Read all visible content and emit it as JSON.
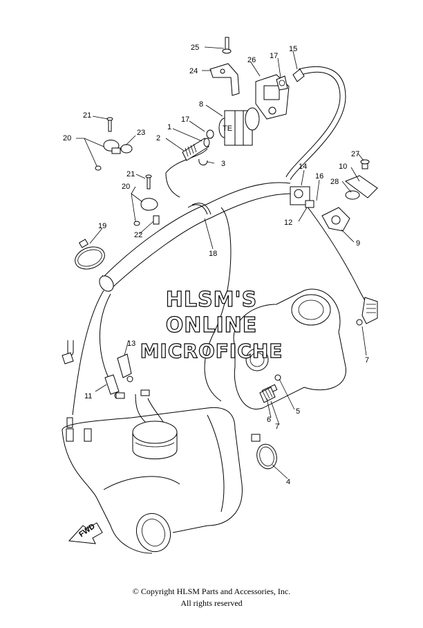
{
  "watermark": {
    "line1": "HLSM'S",
    "line2": "ONLINE",
    "line3": "MICROFICHE"
  },
  "fwd_label": "FWD",
  "callouts": [
    "25",
    "24",
    "26",
    "17",
    "15",
    "8",
    "17",
    "1",
    "2",
    "3",
    "21",
    "23",
    "20",
    "21",
    "20",
    "22",
    "19",
    "18",
    "14",
    "16",
    "10",
    "27",
    "28",
    "12",
    "9",
    "13",
    "11",
    "7",
    "5",
    "6",
    "7",
    "4"
  ],
  "footer": {
    "copyright": "© Copyright HLSM Parts and Accessories, Inc.",
    "rights": "All rights reserved"
  }
}
